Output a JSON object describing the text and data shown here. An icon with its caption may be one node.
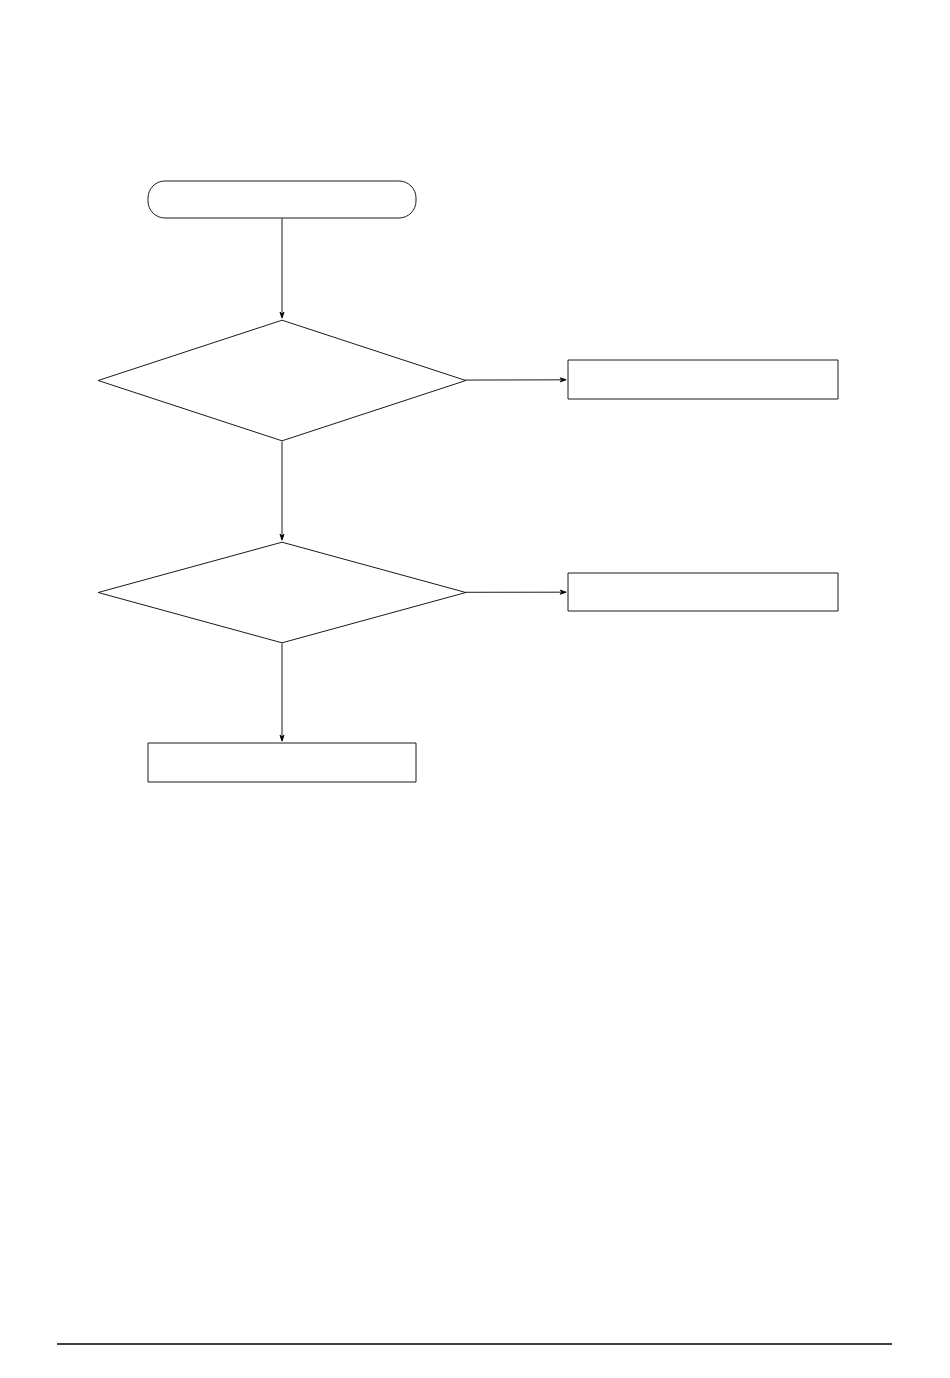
{
  "diagram": {
    "nodes": [
      {
        "text": [],
        "shape": "pill"
      },
      {
        "text": [],
        "shape": "diamond"
      },
      {
        "text": [],
        "shape": "box"
      },
      {
        "text": [],
        "shape": "diamond"
      },
      {
        "text": [],
        "shape": "box"
      },
      {
        "text": [],
        "shape": "box"
      }
    ],
    "edges": [
      {
        "from": 0,
        "to": 1,
        "arrow": "to"
      },
      {
        "from": 1,
        "to": 2,
        "arrow": "to"
      },
      {
        "from": 1,
        "to": 3,
        "arrow": "to"
      },
      {
        "from": 3,
        "to": 4,
        "arrow": "to"
      },
      {
        "from": 3,
        "to": 5,
        "arrow": "to"
      }
    ]
  }
}
